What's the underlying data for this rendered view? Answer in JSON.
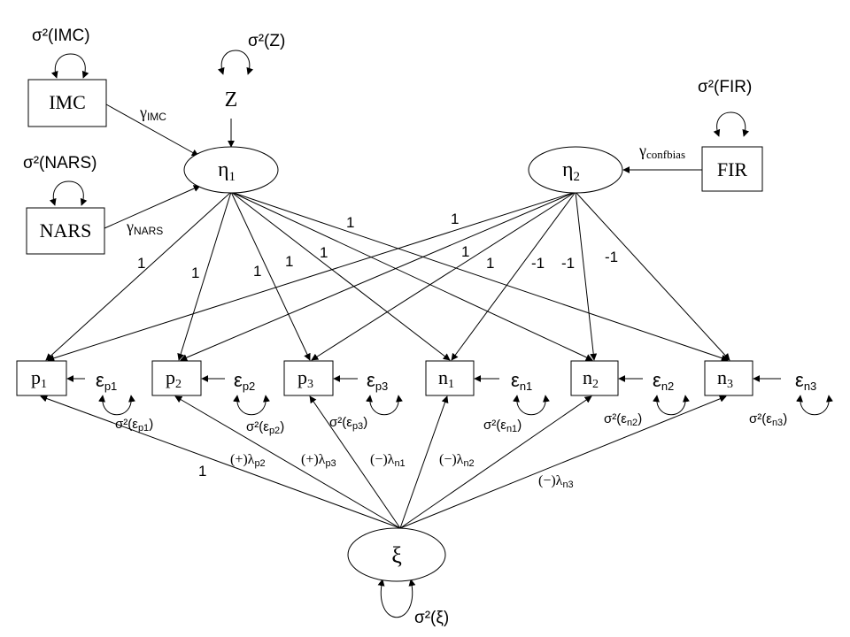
{
  "nodes": {
    "imc": "IMC",
    "nars": "NARS",
    "z": "Z",
    "fir": "FIR",
    "eta1": {
      "base": "η",
      "sub": "1"
    },
    "eta2": {
      "base": "η",
      "sub": "2"
    },
    "xi": "ξ",
    "p1": {
      "base": "p",
      "sub": "1"
    },
    "p2": {
      "base": "p",
      "sub": "2"
    },
    "p3": {
      "base": "p",
      "sub": "3"
    },
    "n1": {
      "base": "n",
      "sub": "1"
    },
    "n2": {
      "base": "n",
      "sub": "2"
    },
    "n3": {
      "base": "n",
      "sub": "3"
    }
  },
  "variances": {
    "imc": "σ²(IMC)",
    "nars": "σ²(NARS)",
    "z": "σ²(Z)",
    "fir": "σ²(FIR)",
    "xi": "σ²(ξ)",
    "ep1": {
      "base": "σ²(ε",
      "sub": "p1",
      "close": ")"
    },
    "ep2": {
      "base": "σ²(ε",
      "sub": "p2",
      "close": ")"
    },
    "ep3": {
      "base": "σ²(ε",
      "sub": "p3",
      "close": ")"
    },
    "en1": {
      "base": "σ²(ε",
      "sub": "n1",
      "close": ")"
    },
    "en2": {
      "base": "σ²(ε",
      "sub": "n2",
      "close": ")"
    },
    "en3": {
      "base": "σ²(ε",
      "sub": "n3",
      "close": ")"
    }
  },
  "errors": {
    "p1": {
      "base": "ε",
      "sub": "p1"
    },
    "p2": {
      "base": "ε",
      "sub": "p2"
    },
    "p3": {
      "base": "ε",
      "sub": "p3"
    },
    "n1": {
      "base": "ε",
      "sub": "n1"
    },
    "n2": {
      "base": "ε",
      "sub": "n2"
    },
    "n3": {
      "base": "ε",
      "sub": "n3"
    }
  },
  "gammas": {
    "imc": {
      "base": "γ",
      "sub": "IMC"
    },
    "nars": {
      "base": "γ",
      "sub": "NARS"
    },
    "confbias": {
      "base": "γ",
      "sub": "confbias"
    }
  },
  "lambdas": {
    "p1": "1",
    "p2": {
      "base": "(+)λ",
      "sub": "p2"
    },
    "p3": {
      "base": "(+)λ",
      "sub": "p3"
    },
    "n1": {
      "base": "(−)λ",
      "sub": "n1"
    },
    "n2": {
      "base": "(−)λ",
      "sub": "n2"
    },
    "n3": {
      "base": "(−)λ",
      "sub": "n3"
    }
  },
  "loadings_eta1": [
    "1",
    "1",
    "1",
    "1",
    "1",
    "1"
  ],
  "loadings_eta2": [
    "1",
    "1",
    "1",
    "-1",
    "-1",
    "-1"
  ]
}
